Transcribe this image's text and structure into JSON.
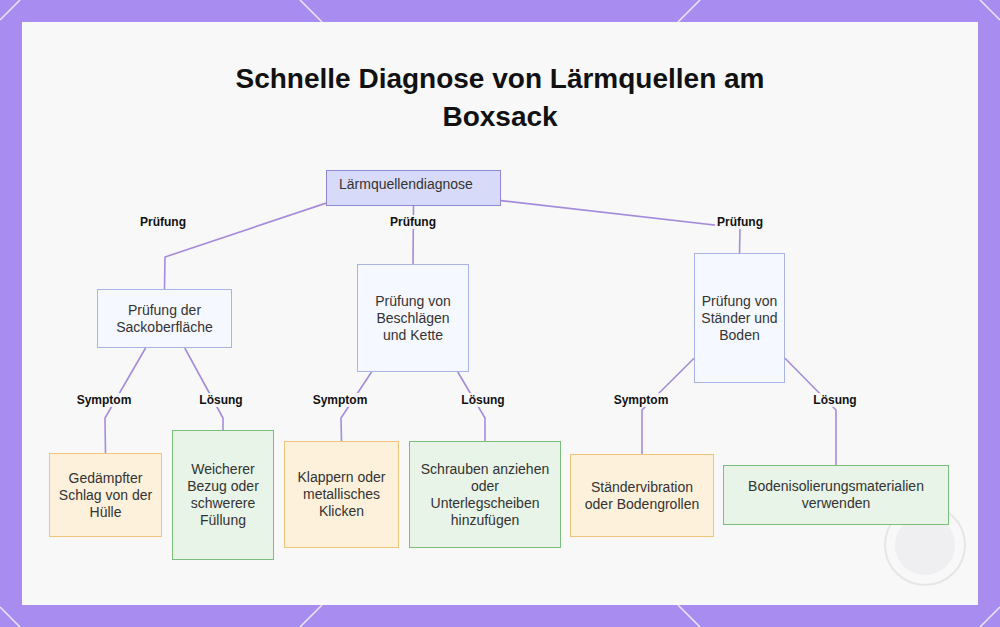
{
  "diagram": {
    "title": "Schnelle Diagnose von Lärmquellen am Boxsack",
    "nodes": [
      {
        "text": [
          "Lärmquellendiagnose"
        ]
      },
      {
        "text": [
          "Prüfung der Sackoberfläche"
        ]
      },
      {
        "text": [
          "Prüfung von Beschlägen und Kette"
        ]
      },
      {
        "text": [
          "Prüfung von Ständer und Boden"
        ]
      },
      {
        "text": [
          "Gedämpfter Schlag von der Hülle"
        ]
      },
      {
        "text": [
          "Weicherer Bezug oder schwerere Füllung"
        ]
      },
      {
        "text": [
          "Klappern oder metallisches Klicken"
        ]
      },
      {
        "text": [
          "Schrauben anziehen oder Unterlegscheiben hinzufügen"
        ]
      },
      {
        "text": [
          "Ständervibration oder Bodengrollen"
        ]
      },
      {
        "text": [
          "Bodenisolierungsmaterialien verwenden"
        ]
      }
    ],
    "edges": [
      {
        "from": 0,
        "to": 1,
        "label": "Prüfung",
        "arrow": "none"
      },
      {
        "from": 0,
        "to": 2,
        "label": "Prüfung",
        "arrow": "none"
      },
      {
        "from": 0,
        "to": 3,
        "label": "Prüfung",
        "arrow": "none"
      },
      {
        "from": 1,
        "to": 4,
        "label": "Symptom",
        "arrow": "none"
      },
      {
        "from": 1,
        "to": 5,
        "label": "Lösung",
        "arrow": "none"
      },
      {
        "from": 2,
        "to": 6,
        "label": "Symptom",
        "arrow": "none"
      },
      {
        "from": 2,
        "to": 7,
        "label": "Lösung",
        "arrow": "none"
      },
      {
        "from": 3,
        "to": 8,
        "label": "Symptom",
        "arrow": "none"
      },
      {
        "from": 3,
        "to": 9,
        "label": "Lösung",
        "arrow": "none"
      }
    ]
  }
}
